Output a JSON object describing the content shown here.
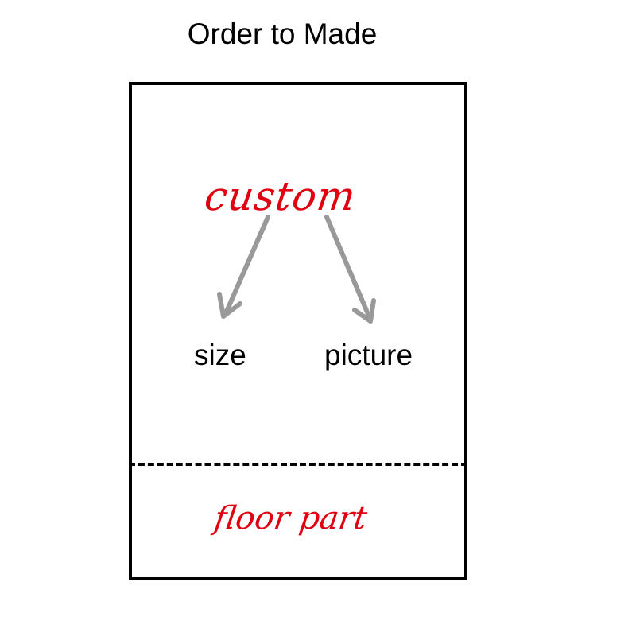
{
  "title": "Order to Made",
  "diagram": {
    "top_label": "custom",
    "branches": [
      {
        "label": "size"
      },
      {
        "label": "picture"
      }
    ],
    "bottom_section_label": "floor part"
  },
  "colors": {
    "accent_text": "#e00010",
    "arrow": "#999999",
    "outline": "#000000"
  }
}
